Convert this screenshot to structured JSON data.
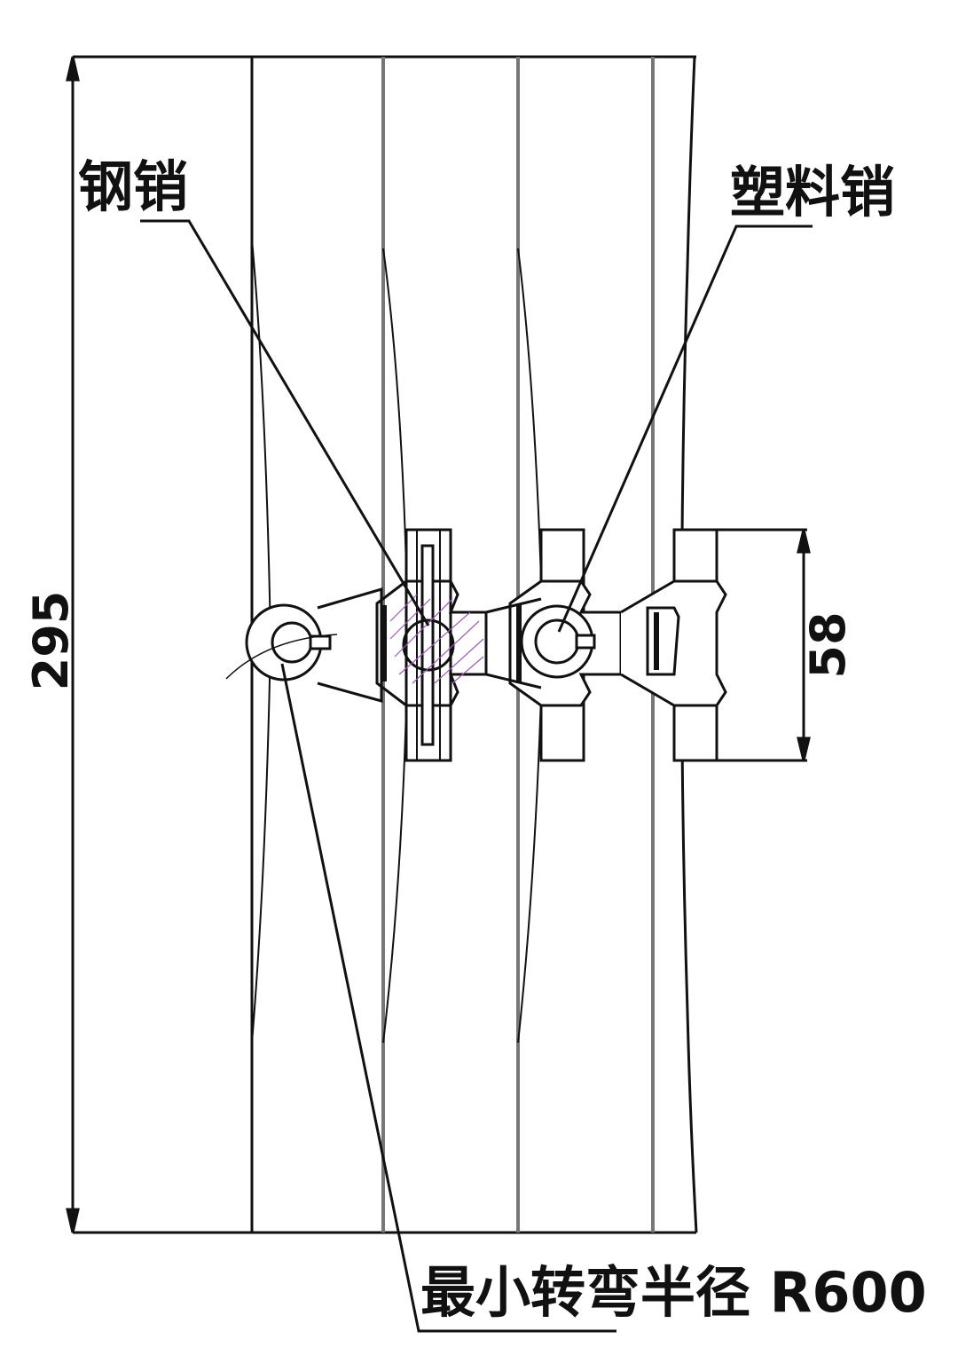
{
  "labels": {
    "steel_pin": "钢销",
    "plastic_pin": "塑料销",
    "min_radius": "最小转弯半径 R600"
  },
  "dimensions": {
    "overall_height": "295",
    "link_width": "58"
  },
  "colors": {
    "line": "#111111",
    "hatch": "#9b59b6",
    "background": "#ffffff"
  }
}
